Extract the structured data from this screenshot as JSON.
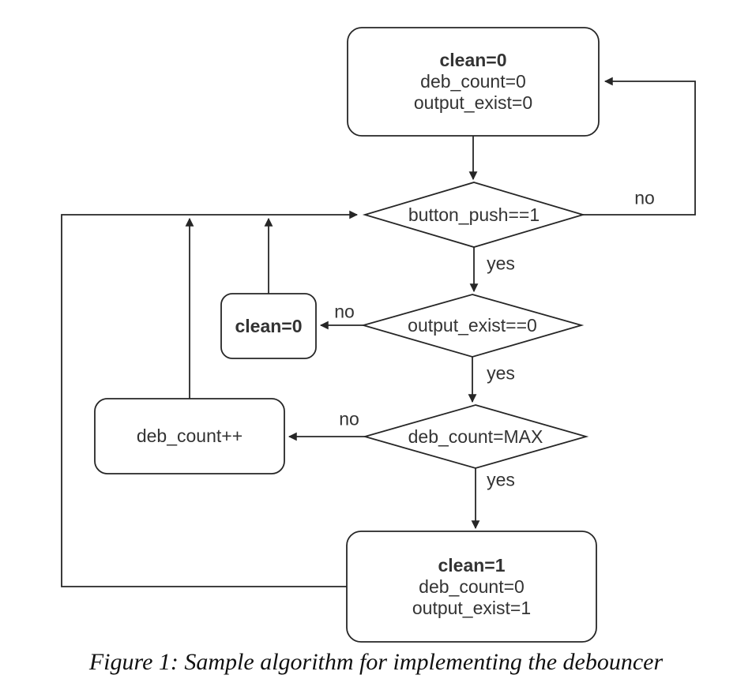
{
  "figure": {
    "caption": "Figure 1: Sample algorithm for implementing the debouncer"
  },
  "diagram": {
    "type": "flowchart",
    "nodes": {
      "init": {
        "shape": "rounded-rect",
        "line1": "clean=0",
        "line2": "deb_count=0",
        "line3": "output_exist=0"
      },
      "button_push": {
        "shape": "diamond",
        "label": "button_push==1"
      },
      "clean_reset": {
        "shape": "rounded-rect",
        "label": "clean=0"
      },
      "output_exist": {
        "shape": "diamond",
        "label": "output_exist==0"
      },
      "deb_count_inc": {
        "shape": "rounded-rect",
        "label": "deb_count++"
      },
      "deb_count_max": {
        "shape": "diamond",
        "label": "deb_count=MAX"
      },
      "done": {
        "shape": "rounded-rect",
        "line1": "clean=1",
        "line2": "deb_count=0",
        "line3": "output_exist=1"
      }
    },
    "edge_labels": {
      "button_push_no": "no",
      "button_push_yes": "yes",
      "output_exist_no": "no",
      "output_exist_yes": "yes",
      "deb_count_max_no": "no",
      "deb_count_max_yes": "yes"
    },
    "flow": [
      "init -> button_push",
      "button_push -no-> init",
      "button_push -yes-> output_exist",
      "output_exist -no-> clean_reset",
      "clean_reset -> button_push",
      "output_exist -yes-> deb_count_max",
      "deb_count_max -no-> deb_count_inc",
      "deb_count_inc -> button_push",
      "deb_count_max -yes-> done",
      "done -> button_push"
    ]
  },
  "colors": {
    "background": "#ffffff",
    "stroke": "#262626",
    "text": "#333333",
    "node_fill": "#ffffff"
  }
}
